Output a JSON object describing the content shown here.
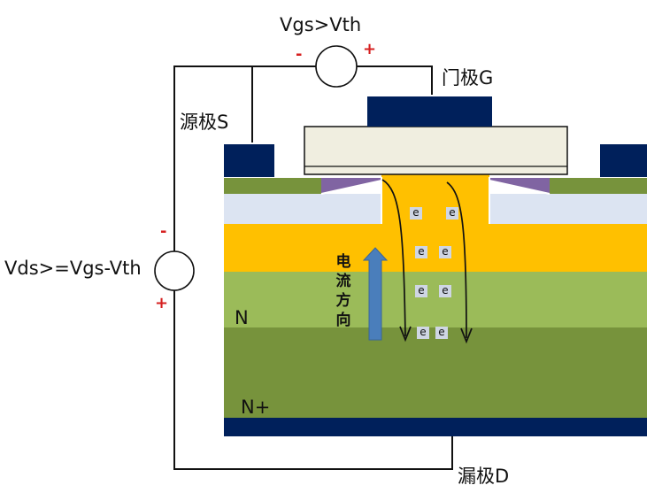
{
  "labels": {
    "vgs": "Vgs>Vth",
    "gate": "门极G",
    "source": "源极S",
    "vds": "Vds>=Vgs-Vth",
    "drain": "漏极D",
    "n_region": "N",
    "n_plus_region": "N+",
    "current_direction": [
      "电",
      "流",
      "方",
      "向"
    ]
  },
  "polarity": {
    "vgs_minus": "-",
    "vgs_plus": "+",
    "vds_minus": "-",
    "vds_plus": "+"
  },
  "electron_symbol": "e",
  "colors": {
    "metal": "#00205b",
    "gate_oxide": "#f0eee0",
    "p_well": "#77933c",
    "n_plus_source": "#dce4f2",
    "channel": "#ffc000",
    "n_drift_light": "#9bbb59",
    "n_drift_dark": "#77933c",
    "wedge": "#8064a2",
    "arrow": "#4a7ebb",
    "sign": "#d62020"
  }
}
